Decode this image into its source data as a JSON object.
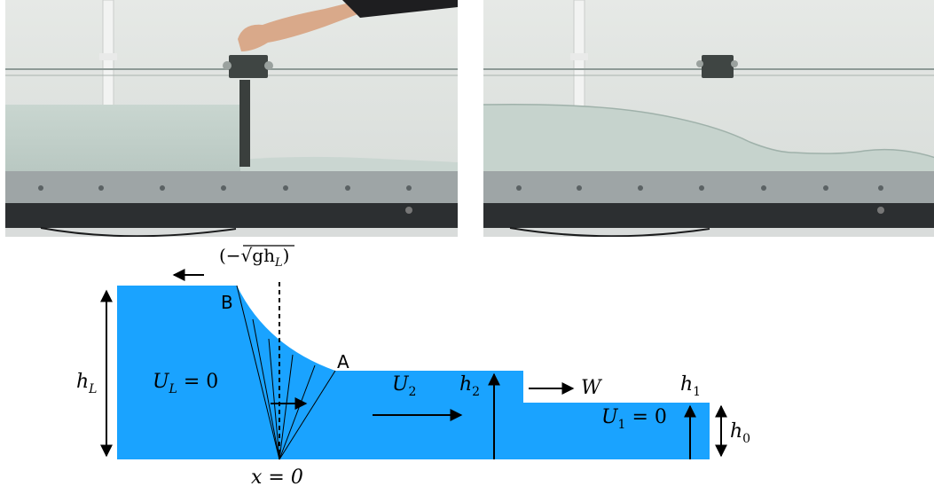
{
  "photos": [
    {
      "name": "dam-break-before"
    },
    {
      "name": "dam-break-after"
    }
  ],
  "diagram": {
    "rarefaction_speed": "(−√gh",
    "rarefaction_speed_sub": "L",
    "rarefaction_speed_close": ")",
    "point_b": "B",
    "point_a": "A",
    "hL_main": "h",
    "hL_sub": "L",
    "UL_main": "U",
    "UL_sub": "L",
    "UL_eq": " = 0",
    "U2_main": "U",
    "U2_sub": "2",
    "h2_main": "h",
    "h2_sub": "2",
    "W": "W",
    "h1_main": "h",
    "h1_sub": "1",
    "U1_main": "U",
    "U1_sub": "1",
    "U1_eq": " = 0",
    "h0_main": "h",
    "h0_sub": "0",
    "x0": "x = 0",
    "fluid_color": "#1aa3ff"
  }
}
